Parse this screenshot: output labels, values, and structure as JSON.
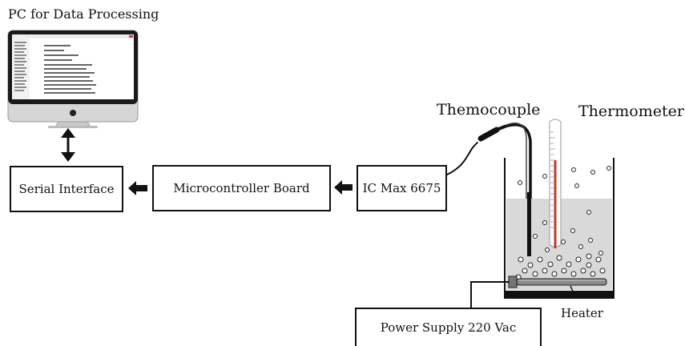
{
  "labels": {
    "pc": "PC for Data Processing",
    "thermocouple": "Themocouple",
    "thermometer": "Thermometer",
    "heater": "Heater"
  },
  "blocks": {
    "serial_interface": "Serial Interface",
    "microcontroller": "Microcontroller Board",
    "ic": "IC Max 6675",
    "power_supply": "Power Supply 220 Vac"
  },
  "colors": {
    "line": "#111111",
    "water": "#d9d9d9",
    "screen_frame": "#1a1a1a",
    "monitor_body": "#d6d6d6",
    "thermometer_red": "#c0392b"
  }
}
